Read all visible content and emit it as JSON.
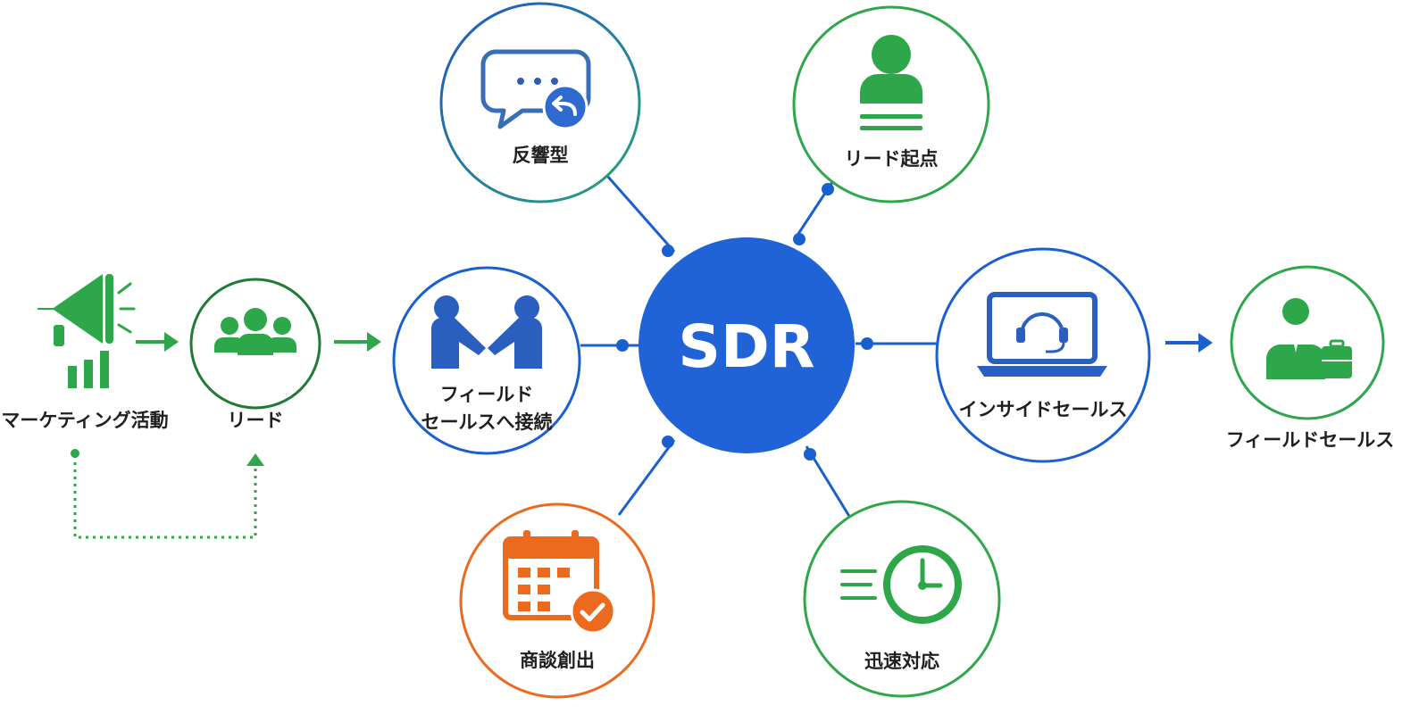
{
  "hub": {
    "label": "SDR"
  },
  "nodes": {
    "marketing": {
      "label": "マーケティング活動",
      "icon": "megaphone-icon"
    },
    "lead": {
      "label": "リード",
      "icon": "group-icon"
    },
    "field_connect": {
      "line1": "フィールド",
      "line2": "セールスへ接続",
      "icon": "handshake-icon"
    },
    "response": {
      "label": "反響型",
      "icon": "chat-reply-icon"
    },
    "lead_origin": {
      "label": "リード起点",
      "icon": "person-icon"
    },
    "inside_sales": {
      "label": "インサイドセールス",
      "icon": "laptop-headset-icon"
    },
    "field_sales": {
      "label": "フィールドセールス",
      "icon": "businessman-briefcase-icon"
    },
    "deal_creation": {
      "label": "商談創出",
      "icon": "calendar-check-icon"
    },
    "quick_response": {
      "label": "迅速対応",
      "icon": "fast-clock-icon"
    }
  },
  "colors": {
    "blue": "#1a5fd0",
    "hub": "#1f63d6",
    "teal_blue": "#2a7ab8",
    "green": "#2ea64a",
    "dark_green": "#1f7a35",
    "orange": "#ec6a1e"
  }
}
